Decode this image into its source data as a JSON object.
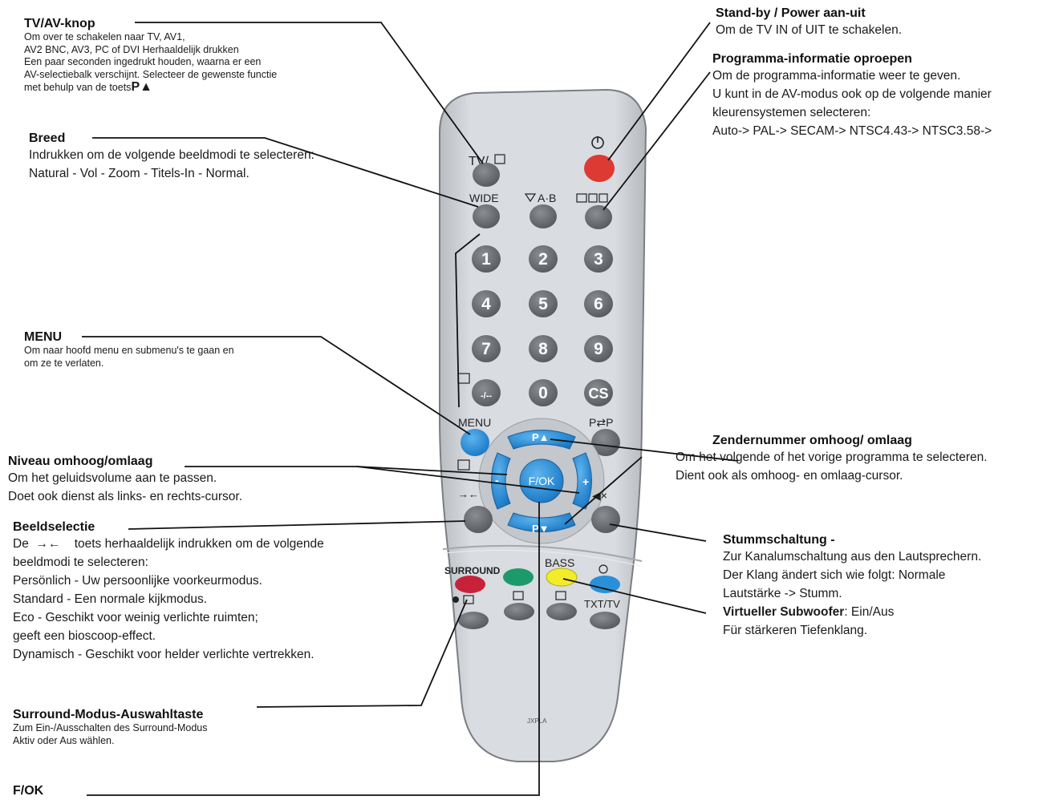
{
  "annotations": {
    "tvav": {
      "title": "TV/AV-knop",
      "lines": [
        "Om over te schakelen naar TV, AV1,",
        "AV2 BNC, AV3, PC of DVI Herhaaldelijk drukken",
        "Een paar seconden ingedrukt houden, waarna er een",
        "AV-selectiebalk verschijnt. Selecteer de gewenste functie"
      ],
      "last_line": "met behulp van de toets",
      "last_symbol": "P▲"
    },
    "breed": {
      "title": "Breed",
      "lines": [
        "Indrukken om de volgende beeldmodi te selecteren:",
        "Natural  - Vol - Zoom - Titels-In - Normal."
      ]
    },
    "menu": {
      "title": "MENU",
      "lines": [
        "Om naar hoofd menu en submenu's te gaan en",
        "om ze te verlaten."
      ]
    },
    "niveau": {
      "title": "Niveau omhoog/omlaag",
      "lines": [
        "Om het geluidsvolume aan te passen.",
        "Doet ook dienst als links- en rechts-cursor."
      ]
    },
    "beeld": {
      "title": "Beeldselectie",
      "first_prefix": "De",
      "first_symbol": "→←",
      "first_suffix": "toets herhaaldelijk indrukken om de volgende",
      "lines": [
        "beeldmodi te selecteren:",
        "Persönlich - Uw persoonlijke voorkeurmodus.",
        "Standard - Een normale kijkmodus.",
        "Eco - Geschikt voor weinig verlichte ruimten;",
        "geeft een bioscoop-effect.",
        "Dynamisch - Geschikt voor helder verlichte vertrekken."
      ]
    },
    "surround": {
      "title": "Surround-Modus-Auswahltaste",
      "lines": [
        "Zum Ein-/Ausschalten des Surround-Modus",
        " Aktiv oder Aus wählen."
      ]
    },
    "fok": {
      "title": "F/OK"
    },
    "standby": {
      "title": "Stand-by / Power aan-uit",
      "lines": [
        "Om de TV IN of UIT te schakelen."
      ]
    },
    "proginfo": {
      "title": "Programma-informatie oproepen",
      "lines": [
        "Om de programma-informatie weer te geven.",
        "U kunt in de AV-modus ook op de volgende manier",
        "kleurensystemen selecteren:",
        "Auto-> PAL-> SECAM-> NTSC4.43-> NTSC3.58->"
      ]
    },
    "zender": {
      "title": "Zendernummer omhoog/ omlaag",
      "lines": [
        "Om het volgende of het vorige programma te selecteren.",
        "Dient ook als omhoog- en omlaag-cursor."
      ]
    },
    "stumm": {
      "title": "Stummschaltung -",
      "lines": [
        "Zur Kanalumschaltung aus den Lautsprechern.",
        "Der Klang ändert sich wie folgt: Normale",
        "Lautstärke -> Stumm."
      ],
      "sub_title": "Virtueller Subwoofer",
      "sub_suffix": ": Ein/Aus",
      "sub_line": "Für stärkeren Tiefenklang."
    }
  },
  "remote": {
    "tv_av_label": "TV/",
    "wide_label": "WIDE",
    "ab_label": "A·B",
    "digits": [
      "1",
      "2",
      "3",
      "4",
      "5",
      "6",
      "7",
      "8",
      "9",
      "-/--",
      "0",
      "CS"
    ],
    "menu_label": "MENU",
    "pp_label": "P⇄P",
    "p_up": "P▲",
    "p_down": "P▼",
    "fok_label": "F/OK",
    "surround_label": "SURROUND",
    "bass_label": "BASS",
    "txt_label": "TXT/TV",
    "brand": "JXPLA"
  },
  "colors": {
    "body": "#d4d7dc",
    "button_gray": "#6c6f74",
    "nav_blue": "#2a8fd8",
    "power_red": "#dd3a33",
    "red": "#c8223a",
    "green": "#1c9a6a",
    "yellow": "#f2ec2a",
    "blue": "#2a8fd8"
  }
}
